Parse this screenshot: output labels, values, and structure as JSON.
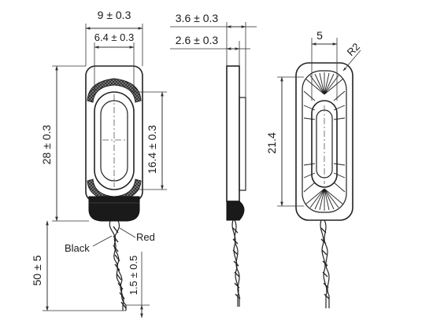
{
  "drawing": {
    "front": {
      "width_total": "9 ± 0.3",
      "width_inner": "6.4 ± 0.3",
      "height_total": "28 ± 0.3",
      "height_inner": "16.4 ± 0.3",
      "wire_length": "50 ± 5",
      "strip_length": "1.5 ± 0.5",
      "wire_black": "Black",
      "wire_red": "Red"
    },
    "side": {
      "thickness_total": "3.6 ± 0.3",
      "thickness_inner": "2.6 ± 0.3"
    },
    "back": {
      "width": "5",
      "radius": "R2",
      "height": "21.4"
    }
  },
  "colors": {
    "line": "#222222",
    "fill_dark": "#1a1a1a",
    "background": "#ffffff"
  }
}
